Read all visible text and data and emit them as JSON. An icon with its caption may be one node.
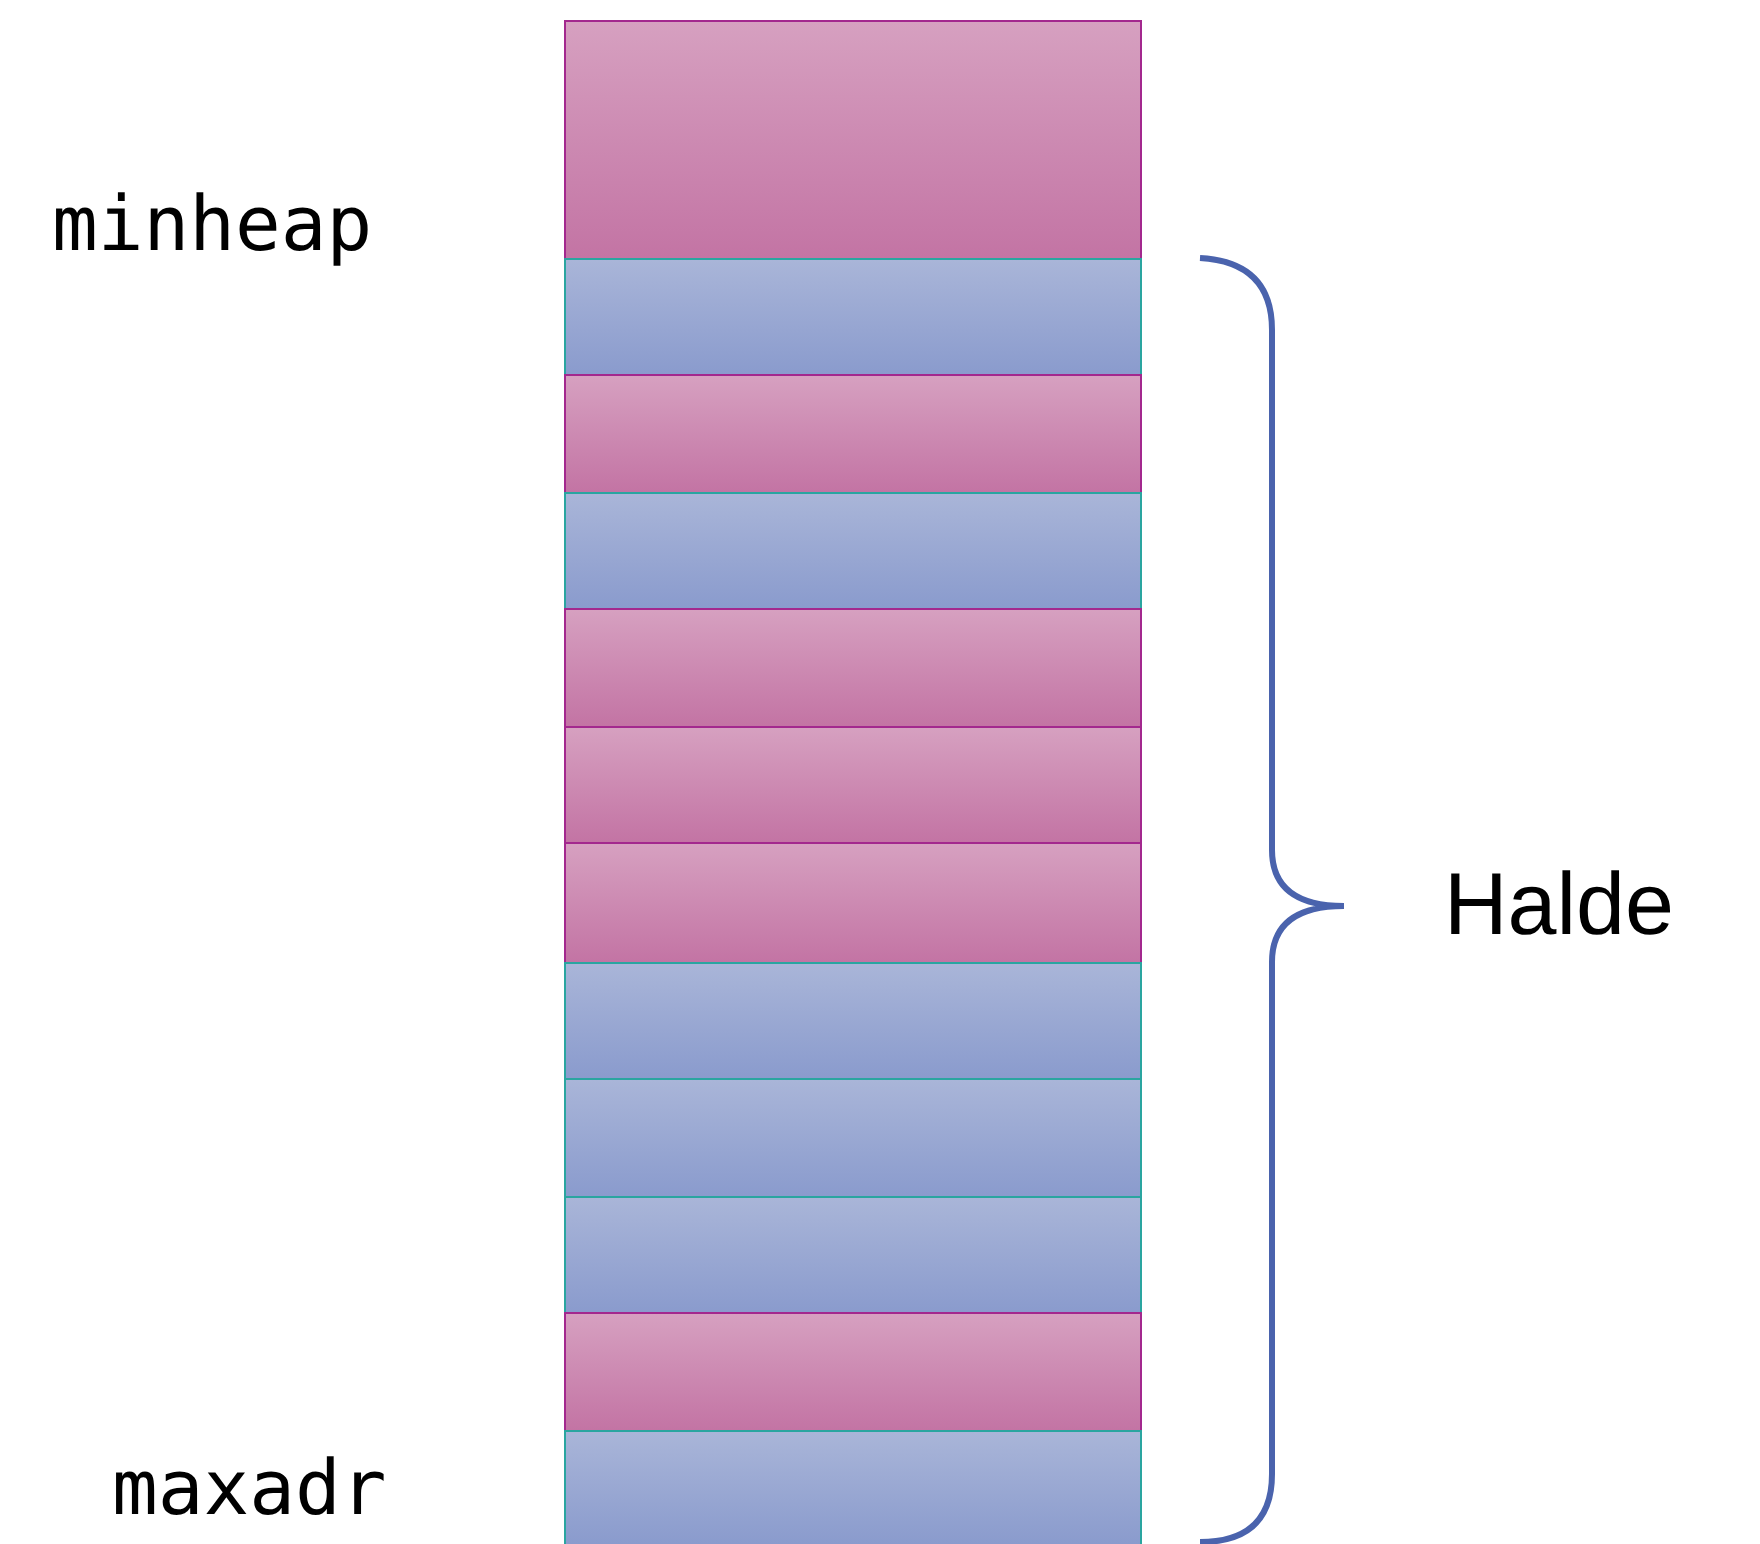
{
  "diagram": {
    "nodes": [
      {
        "text": [],
        "shape": "box"
      },
      {
        "text": [],
        "shape": "box"
      },
      {
        "text": [],
        "shape": "box"
      },
      {
        "text": [],
        "shape": "box"
      },
      {
        "text": [],
        "shape": "box"
      },
      {
        "text": [],
        "shape": "box"
      },
      {
        "text": [],
        "shape": "box"
      },
      {
        "text": [],
        "shape": "box"
      },
      {
        "text": [],
        "shape": "box"
      },
      {
        "text": [],
        "shape": "box"
      },
      {
        "text": [],
        "shape": "box"
      },
      {
        "text": [],
        "shape": "box"
      }
    ],
    "labels": [
      "minheap",
      "Halde",
      "maxadr"
    ]
  }
}
